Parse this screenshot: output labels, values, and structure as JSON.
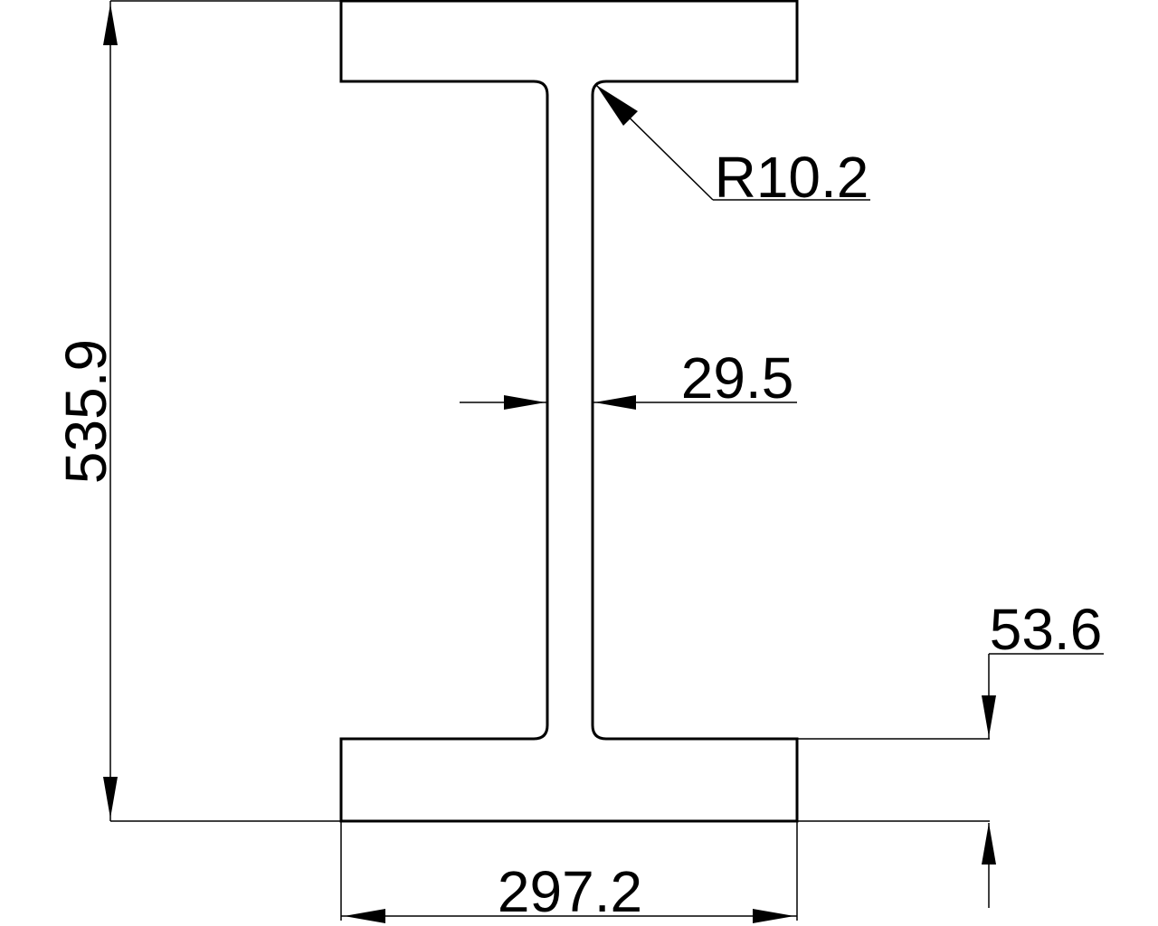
{
  "drawing": {
    "type": "I-beam cross-section",
    "colors": {
      "line": "#000000",
      "background": "#ffffff"
    },
    "dimensions": {
      "height": "535.9",
      "flange_width": "297.2",
      "web_thickness": "29.5",
      "flange_thickness": "53.6",
      "root_radius": "R10.2"
    }
  }
}
